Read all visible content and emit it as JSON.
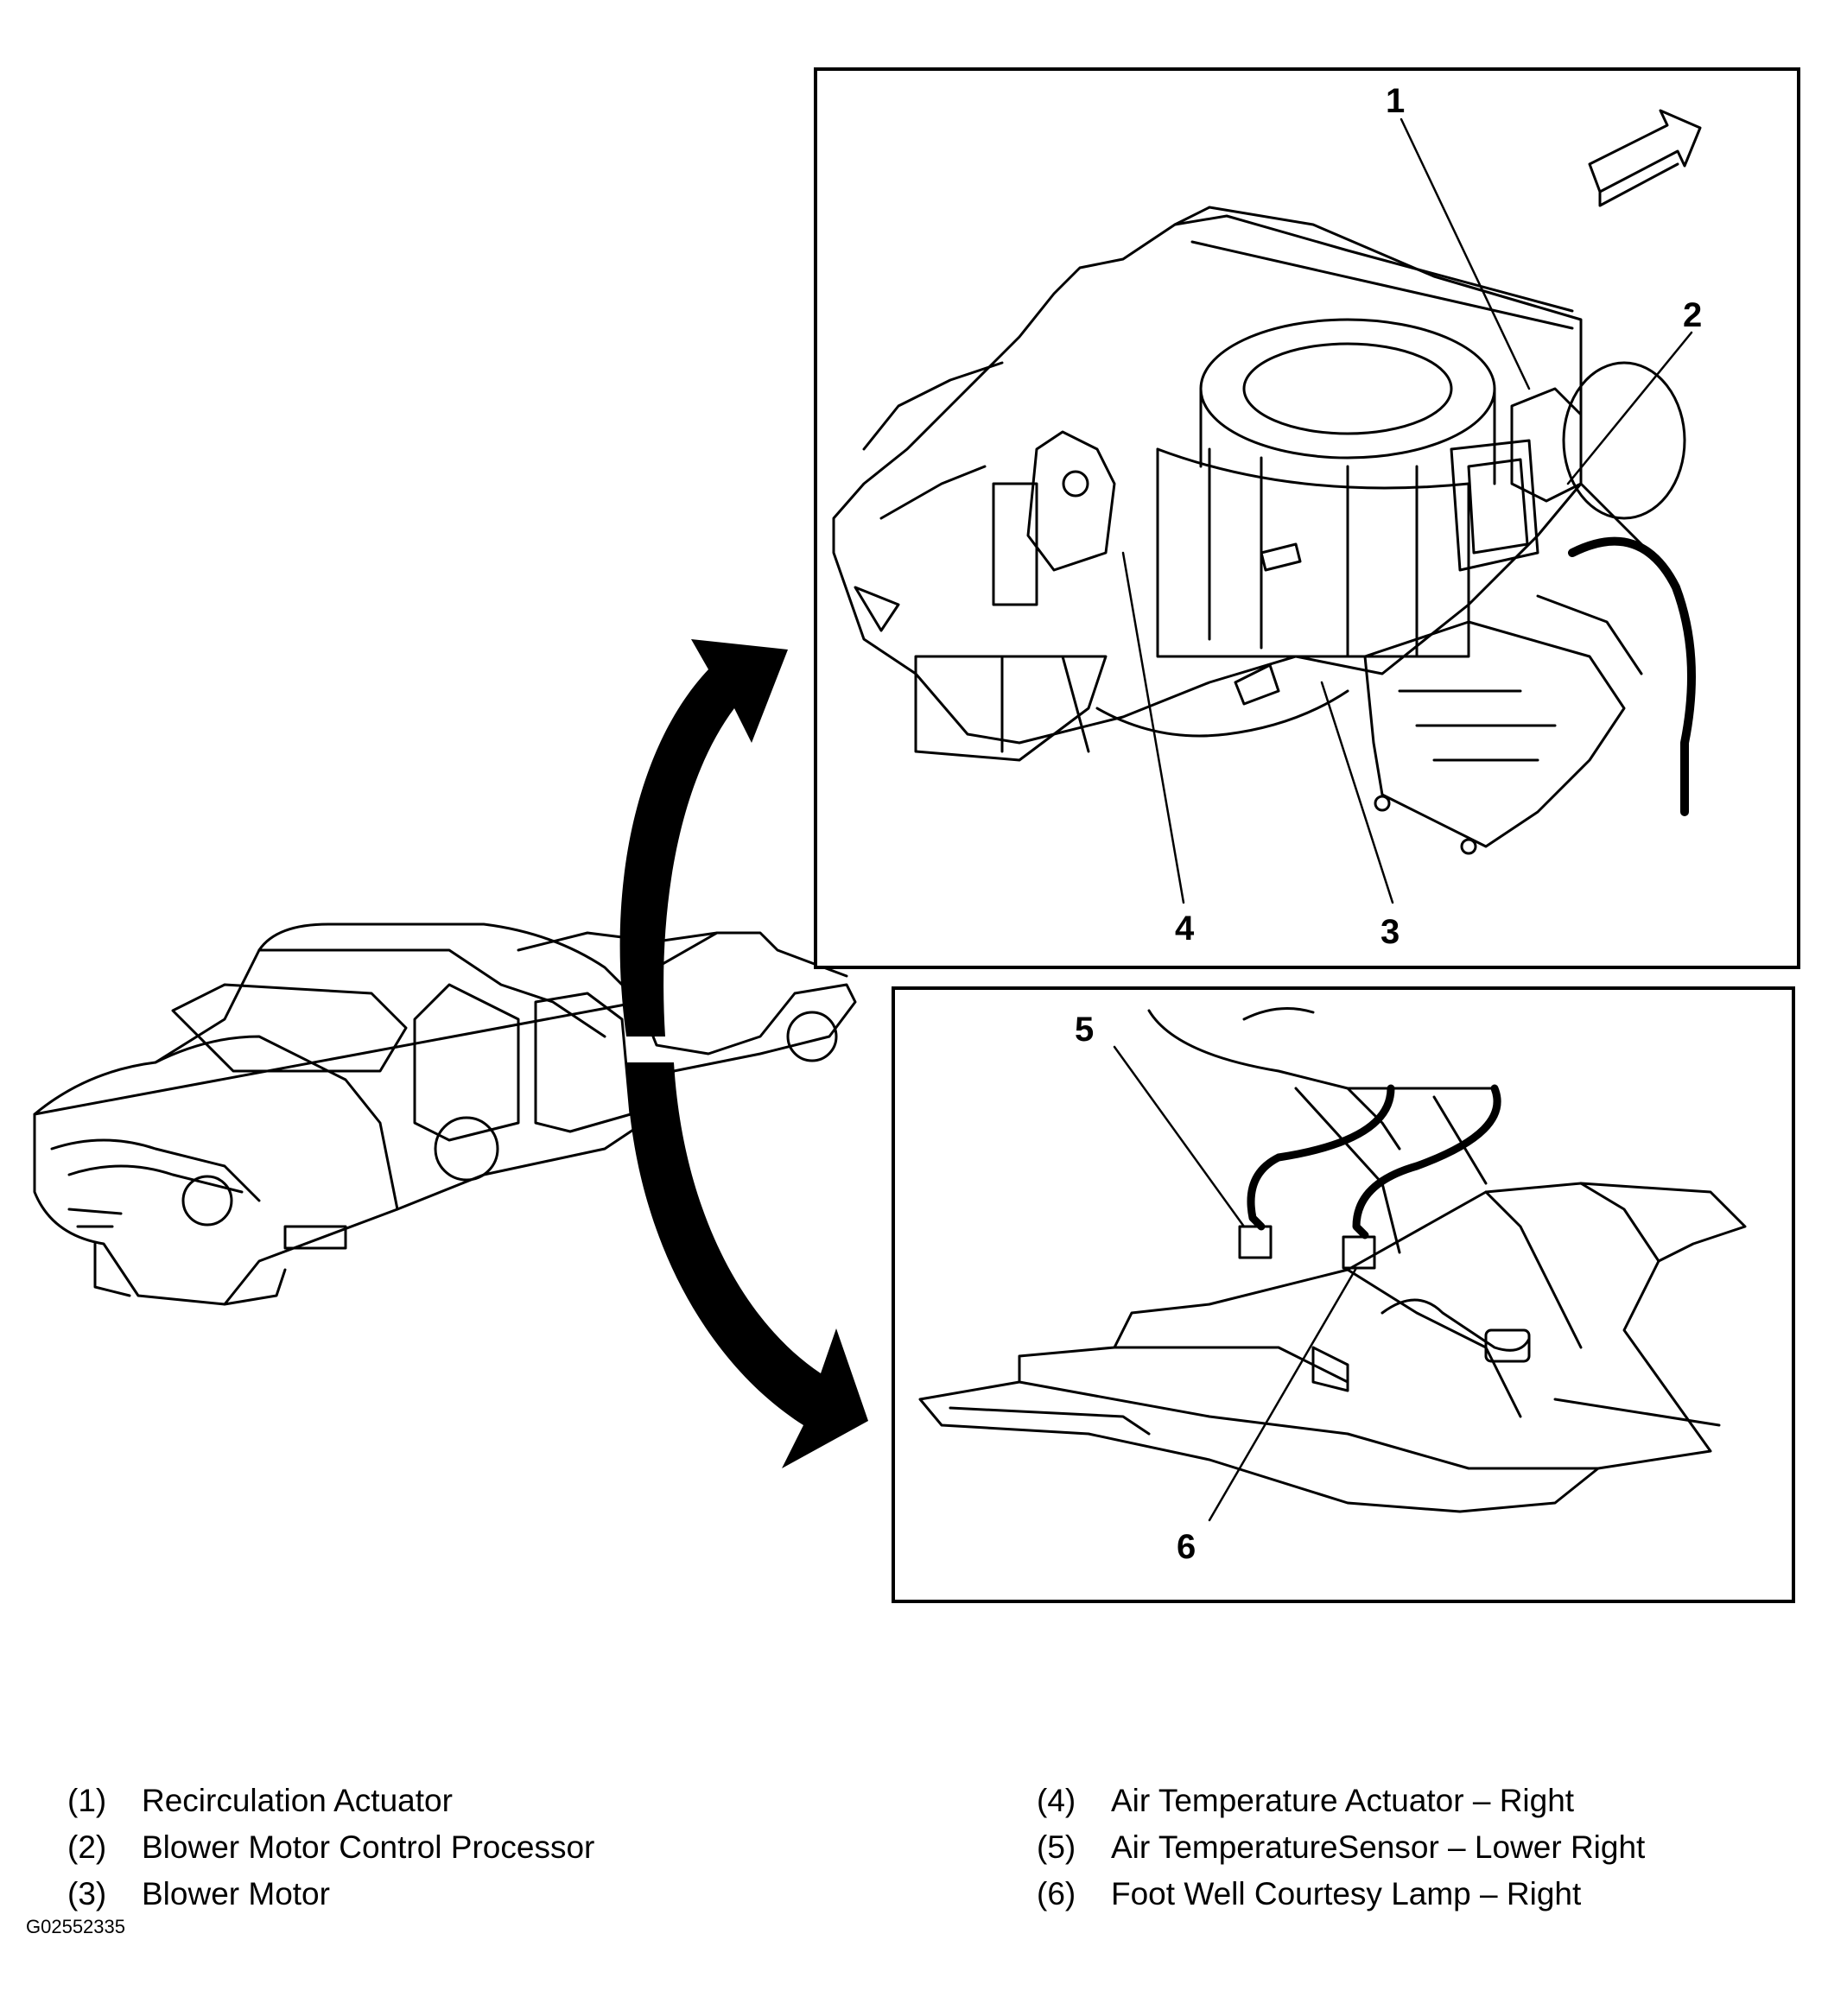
{
  "callouts": [
    "1",
    "2",
    "3",
    "4",
    "5",
    "6"
  ],
  "legend": [
    {
      "num": "(1)",
      "label": "Recirculation Actuator"
    },
    {
      "num": "(2)",
      "label": "Blower Motor Control Processor"
    },
    {
      "num": "(3)",
      "label": "Blower Motor"
    },
    {
      "num": "(4)",
      "label": "Air Temperature Actuator – Right"
    },
    {
      "num": "(5)",
      "label": "Air TemperatureSensor – Lower Right"
    },
    {
      "num": "(6)",
      "label": "Foot Well Courtesy Lamp – Right"
    }
  ],
  "figure_id": "G02552335",
  "colors": {
    "ink": "#000000",
    "paper": "#ffffff"
  },
  "icons": [
    "direction-arrow-icon",
    "curved-arrow-up-icon",
    "curved-arrow-down-icon"
  ]
}
